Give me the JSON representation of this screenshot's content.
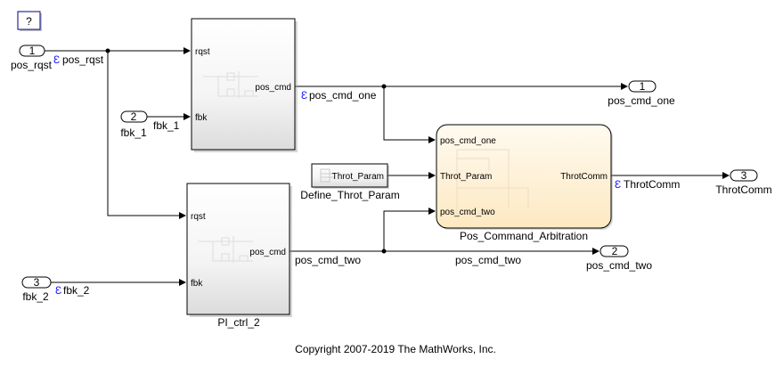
{
  "help_button": "?",
  "inports": [
    {
      "number": "1",
      "name": "pos_rqst"
    },
    {
      "number": "2",
      "name": "fbk_1"
    },
    {
      "number": "3",
      "name": "fbk_2"
    }
  ],
  "outports": [
    {
      "number": "1",
      "name": "pos_cmd_one"
    },
    {
      "number": "2",
      "name": "pos_cmd_two"
    },
    {
      "number": "3",
      "name": "ThrotComm"
    }
  ],
  "signals": {
    "pos_rqst": "pos_rqst",
    "fbk_1": "fbk_1",
    "fbk_2": "fbk_2",
    "pos_cmd_one": "pos_cmd_one",
    "pos_cmd_two_a": "pos_cmd_two",
    "pos_cmd_two_b": "pos_cmd_two",
    "throtcomm": "ThrotComm",
    "bus_marker": "Ɛ"
  },
  "blocks": {
    "ctrl1": {
      "in1": "rqst",
      "in2": "fbk",
      "out": "pos_cmd"
    },
    "ctrl2": {
      "name": "PI_ctrl_2",
      "in1": "rqst",
      "in2": "fbk",
      "out": "pos_cmd"
    },
    "const": {
      "name": "Define_Throt_Param",
      "value": "Throt_Param"
    },
    "chart": {
      "name": "Pos_Command_Arbitration",
      "in1": "pos_cmd_one",
      "in2": "Throt_Param",
      "in3": "pos_cmd_two",
      "out": "ThrotComm"
    }
  },
  "copyright": "Copyright 2007-2019 The MathWorks, Inc."
}
